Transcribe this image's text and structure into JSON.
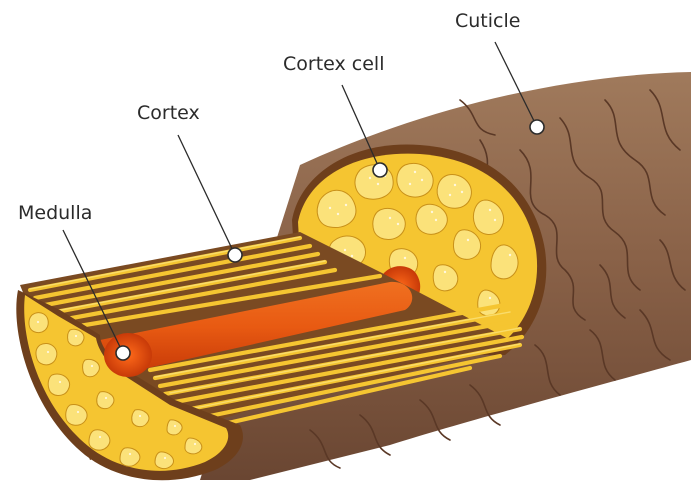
{
  "diagram": {
    "labels": {
      "cuticle": "Cuticle",
      "cortex_cell": "Cortex cell",
      "cortex": "Cortex",
      "medulla": "Medulla"
    },
    "colors": {
      "cuticle_brown": "#8a6248",
      "cuticle_dark": "#6e4a34",
      "cortex_yellow": "#f5c531",
      "cortex_light": "#fbe27a",
      "cortex_dark_gap": "#7a4a22",
      "medulla_orange": "#e85a12",
      "medulla_red": "#c83a08",
      "leader_line": "#2b2b2b"
    }
  }
}
